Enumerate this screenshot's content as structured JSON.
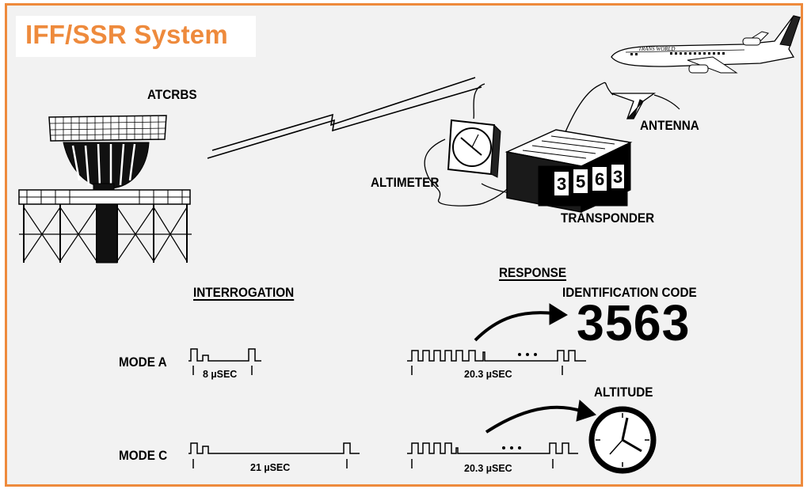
{
  "title": "IFF/SSR System",
  "labels": {
    "atcrbs": "ATCRBS",
    "antenna": "ANTENNA",
    "altimeter": "ALTIMETER",
    "transponder": "TRANSPONDER",
    "response": "RESPONSE",
    "interrogation": "INTERROGATION",
    "identification_code": "IDENTIFICATION CODE",
    "code_value": "3563",
    "altitude": "ALTITUDE",
    "mode_a": "MODE A",
    "mode_c": "MODE C",
    "interval_a": "8 µSEC",
    "interval_c": "21 µSEC",
    "response_a": "20.3 µSEC",
    "response_c": "20.3 µSEC"
  },
  "transponder_display": [
    "3",
    "5",
    "6",
    "3"
  ],
  "aircraft_text": "TRANS WORLD",
  "colors": {
    "accent": "#ee8a3c",
    "background": "#f2f2f2",
    "ink": "#000000"
  }
}
